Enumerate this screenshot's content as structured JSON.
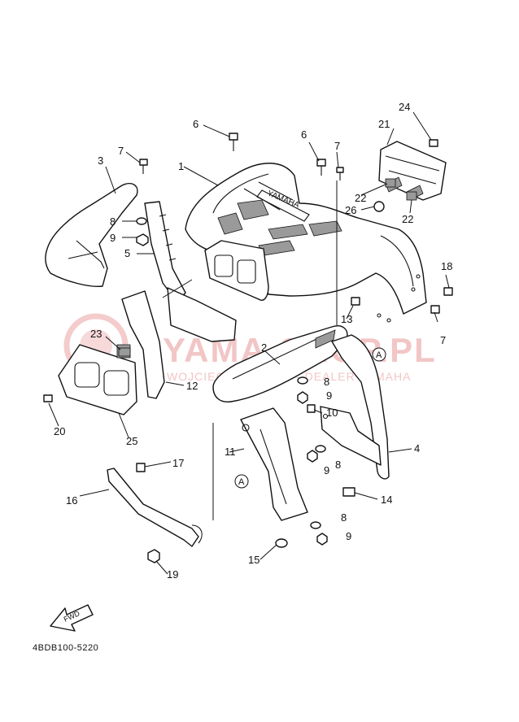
{
  "diagram": {
    "part_code": "4BDB100-5220",
    "fwd_label": "FWD",
    "watermark": {
      "main": "YAMA-SHOP.PL",
      "sub": "WOJCIECH MARGAS - DEALER YAMAHA"
    },
    "embossed_brand": "YAMAHA",
    "callouts": [
      {
        "id": "c1",
        "label": "1"
      },
      {
        "id": "c2",
        "label": "2"
      },
      {
        "id": "c3",
        "label": "3"
      },
      {
        "id": "c4",
        "label": "4"
      },
      {
        "id": "c5",
        "label": "5"
      },
      {
        "id": "c6a",
        "label": "6"
      },
      {
        "id": "c6b",
        "label": "6"
      },
      {
        "id": "c7a",
        "label": "7"
      },
      {
        "id": "c7b",
        "label": "7"
      },
      {
        "id": "c7c",
        "label": "7"
      },
      {
        "id": "c8a",
        "label": "8"
      },
      {
        "id": "c8b",
        "label": "8"
      },
      {
        "id": "c8c",
        "label": "8"
      },
      {
        "id": "c8d",
        "label": "8"
      },
      {
        "id": "c9a",
        "label": "9"
      },
      {
        "id": "c9b",
        "label": "9"
      },
      {
        "id": "c9c",
        "label": "9"
      },
      {
        "id": "c9d",
        "label": "9"
      },
      {
        "id": "c10",
        "label": "10"
      },
      {
        "id": "c11",
        "label": "11"
      },
      {
        "id": "c12",
        "label": "12"
      },
      {
        "id": "c13",
        "label": "13"
      },
      {
        "id": "c14",
        "label": "14"
      },
      {
        "id": "c15",
        "label": "15"
      },
      {
        "id": "c16",
        "label": "16"
      },
      {
        "id": "c17",
        "label": "17"
      },
      {
        "id": "c18",
        "label": "18"
      },
      {
        "id": "c19",
        "label": "19"
      },
      {
        "id": "c20",
        "label": "20"
      },
      {
        "id": "c21",
        "label": "21"
      },
      {
        "id": "c22a",
        "label": "22"
      },
      {
        "id": "c22b",
        "label": "22"
      },
      {
        "id": "c23",
        "label": "23"
      },
      {
        "id": "c24",
        "label": "24"
      },
      {
        "id": "c25",
        "label": "25"
      },
      {
        "id": "c26",
        "label": "26"
      },
      {
        "id": "refA1",
        "label": "A"
      },
      {
        "id": "refA2",
        "label": "A"
      }
    ]
  }
}
